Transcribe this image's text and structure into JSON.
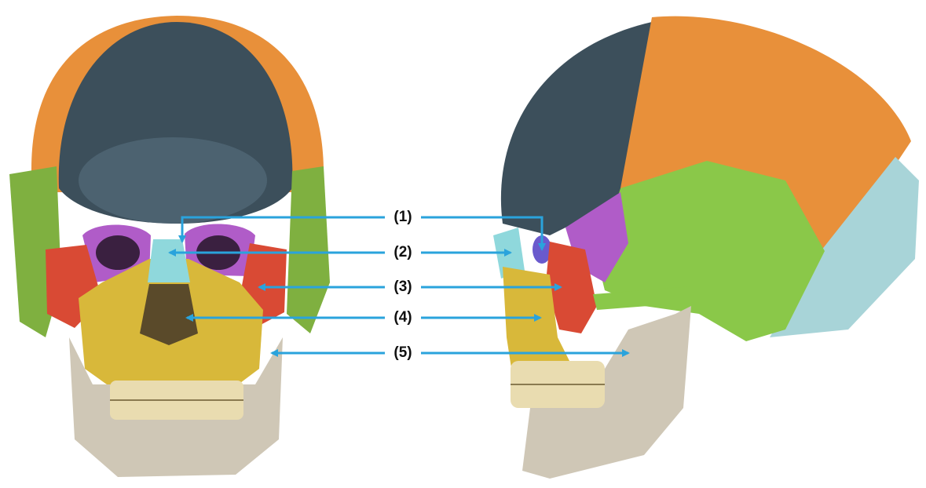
{
  "figure": {
    "views": [
      "frontal-skull",
      "lateral-skull"
    ],
    "labels": [
      {
        "id": "1",
        "text": "(1)"
      },
      {
        "id": "2",
        "text": "(2)"
      },
      {
        "id": "3",
        "text": "(3)"
      },
      {
        "id": "4",
        "text": "(4)"
      },
      {
        "id": "5",
        "text": "(5)"
      }
    ],
    "colors": {
      "arrow": "#2aa3dc",
      "frontal_bone": "#3c4f5b",
      "parietal_bone": "#e8903a",
      "temporal_bone": "#8ac849",
      "sphenoid_bone": "#b05cc8",
      "zygomatic_bone": "#d94a34",
      "maxilla": "#d8b83a",
      "mandible": "#cfc7b6",
      "nasal_bone": "#8fd8dc",
      "occipital_bone": "#a8d4d8",
      "lacrimal_bone": "#6a5acd",
      "teeth": "#e9dcb0"
    }
  }
}
